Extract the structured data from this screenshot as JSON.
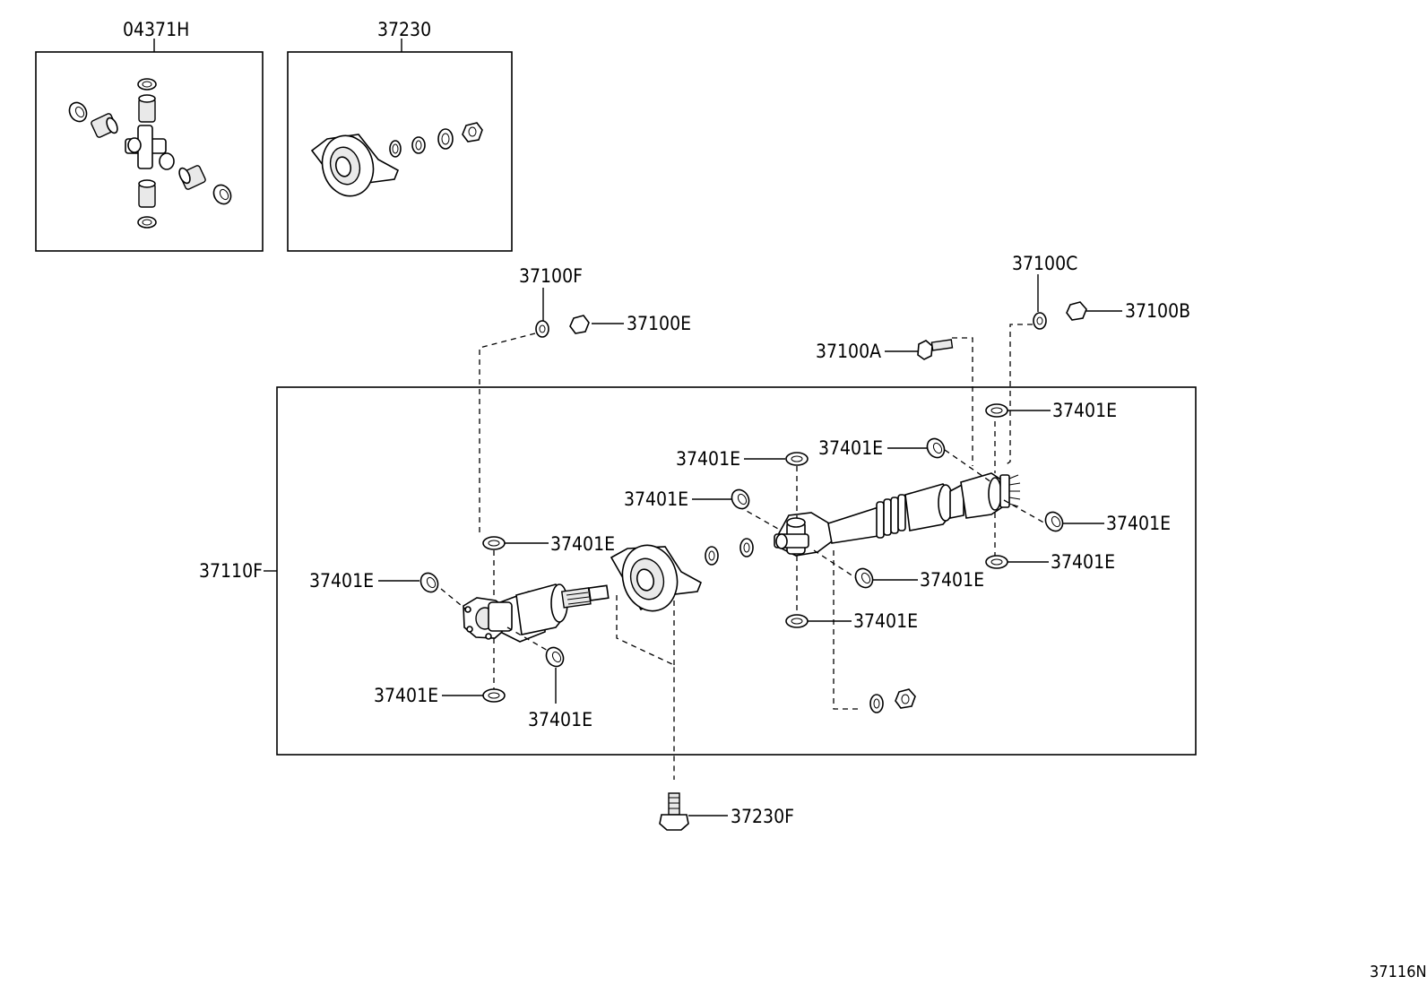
{
  "labels": {
    "kit_04371H": "04371H",
    "kit_37230": "37230",
    "p37100F": "37100F",
    "p37100E": "37100E",
    "p37100C": "37100C",
    "p37100B": "37100B",
    "p37100A": "37100A",
    "p37110F": "37110F",
    "p37230F": "37230F",
    "snap_ring": "37401E",
    "diagram_code": "37116N"
  }
}
